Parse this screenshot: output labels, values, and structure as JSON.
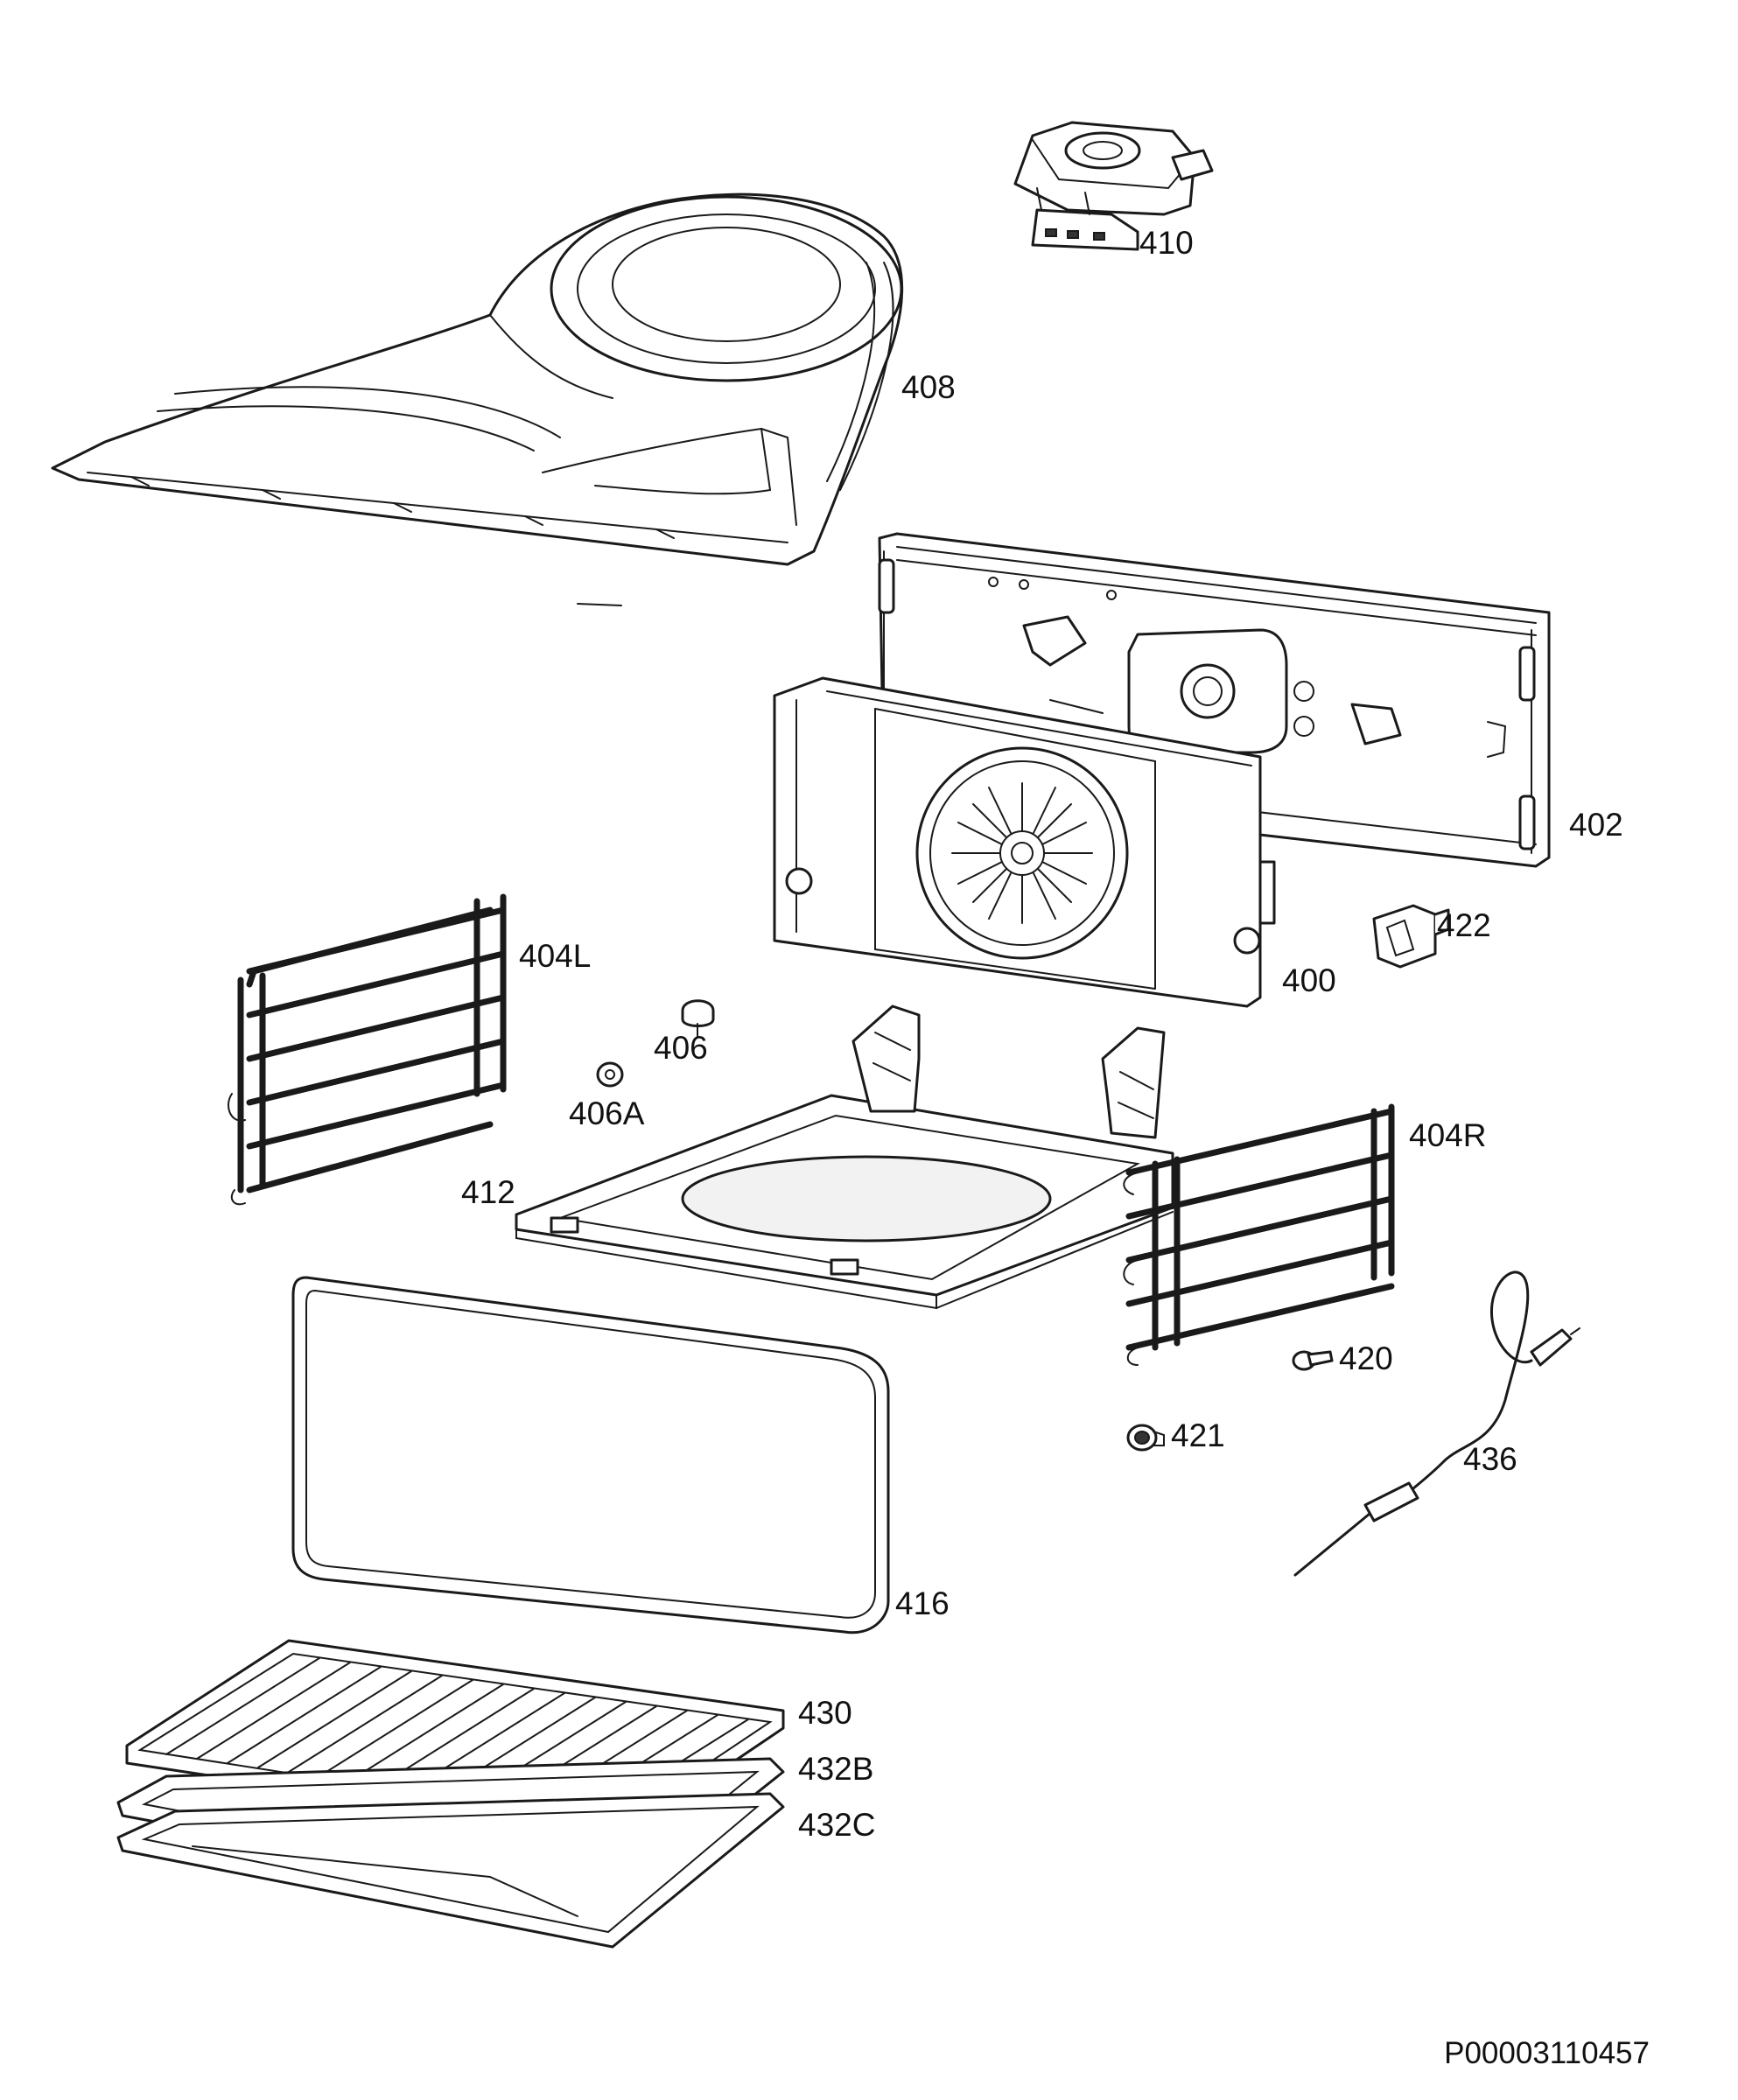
{
  "diagram": {
    "labels": {
      "p408": "408",
      "p410": "410",
      "p402": "402",
      "p422": "422",
      "p400": "400",
      "p404L": "404L",
      "p406": "406",
      "p406A": "406A",
      "p404R": "404R",
      "p412": "412",
      "p420": "420",
      "p421": "421",
      "p436": "436",
      "p416": "416",
      "p430": "430",
      "p432B": "432B",
      "p432C": "432C"
    },
    "document_code": "P00003110457"
  }
}
